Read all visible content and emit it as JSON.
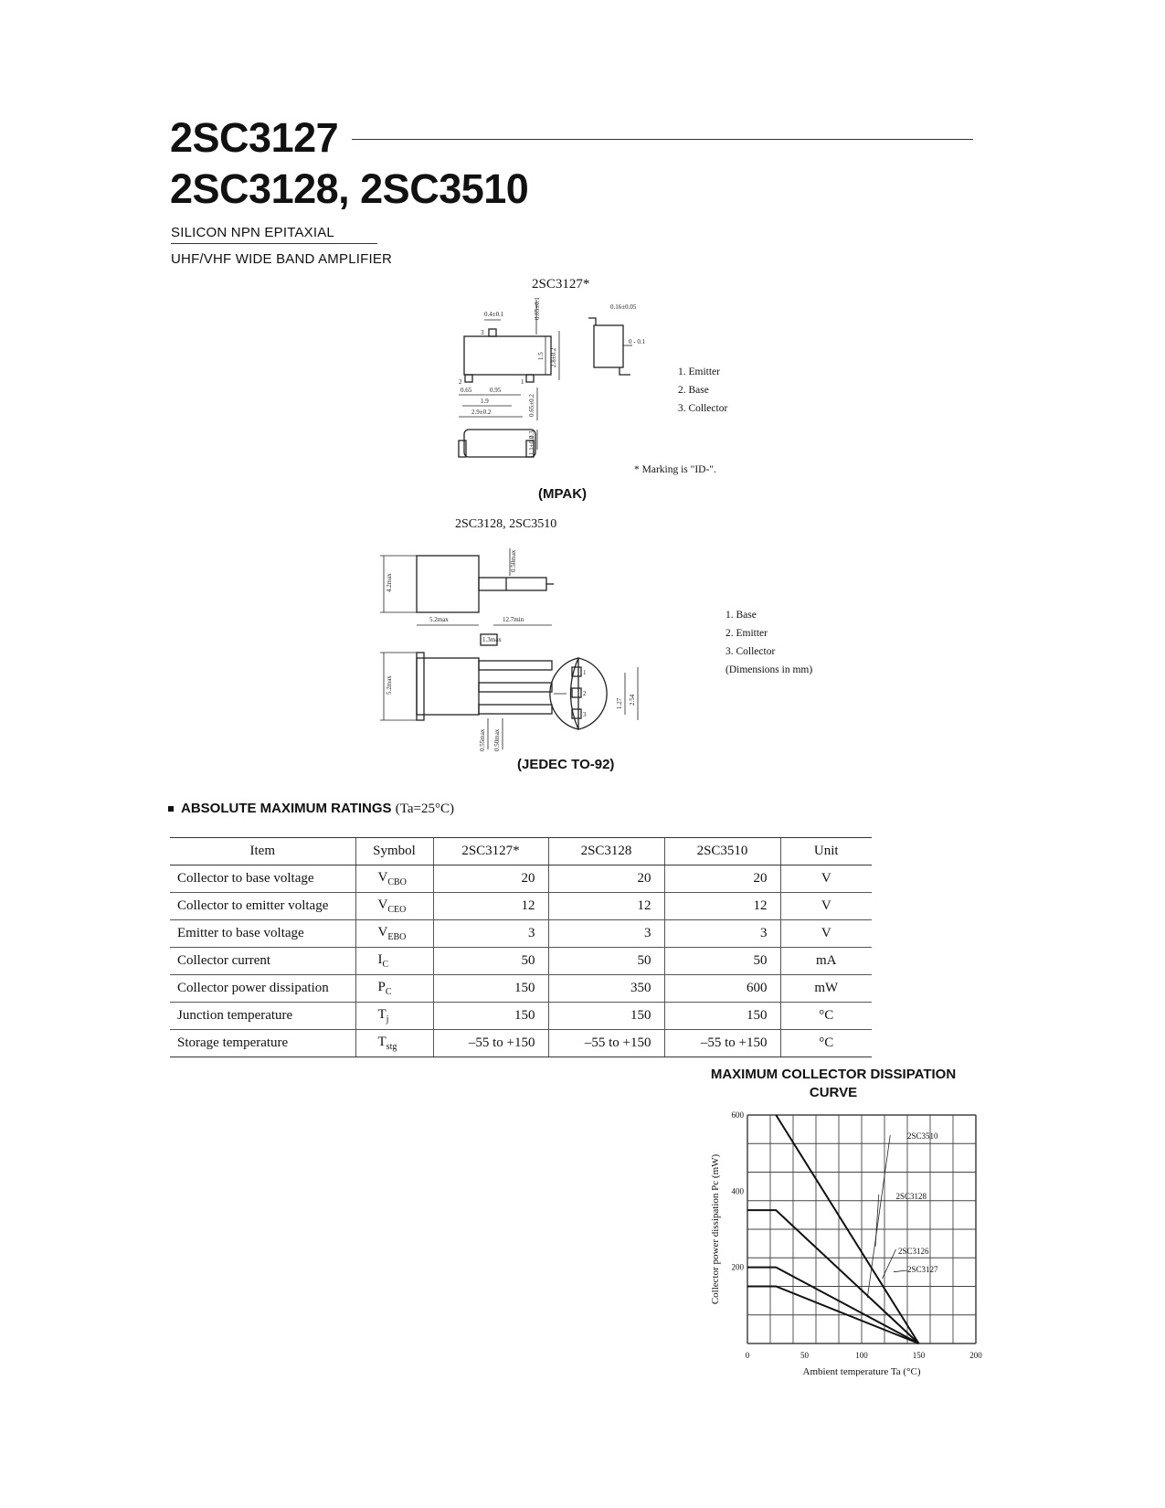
{
  "header": {
    "title_line1": "2SC3127",
    "title_line2": "2SC3128, 2SC3510",
    "subtitle1": "SILICON NPN EPITAXIAL",
    "subtitle2": "UHF/VHF WIDE BAND AMPLIFIER"
  },
  "mpak": {
    "part_label": "2SC3127*",
    "caption": "(MPAK)",
    "pins": [
      "1. Emitter",
      "2. Base",
      "3. Collector"
    ],
    "note": "* Marking is \"ID-\".",
    "dims": {
      "d1": "0.4±0.1",
      "d2": "0.65±0.1",
      "d3": "0.16±0.05",
      "d4": "0 - 0.1",
      "d5": "1.5",
      "d6": "2.8±0.2",
      "d7": "0.65",
      "d8": "0.95",
      "d9": "1.9",
      "d10": "2.9±0.2",
      "d11": "0.65±0.2",
      "d12": "0.3",
      "d13": "1.1±0.2"
    },
    "lead_marks": [
      "1",
      "2",
      "3"
    ]
  },
  "to92": {
    "part_label": "2SC3128, 2SC3510",
    "caption": "(JEDEC TO-92)",
    "pins": [
      "1. Base",
      "2. Emitter",
      "3. Collector",
      "(Dimensions in mm)"
    ],
    "dims": {
      "d1": "4.2max",
      "d2": "0.50max",
      "d3": "5.2max",
      "d4": "12.7min",
      "d5": "1.3max",
      "d6": "5.2max",
      "d7": "0.55max",
      "d8": "0.50max",
      "d9": "1.27",
      "d10": "2.54"
    },
    "lead_marks": [
      "1",
      "2",
      "3"
    ]
  },
  "ratings": {
    "heading": "ABSOLUTE MAXIMUM RATINGS",
    "condition": "(Ta=25°C)",
    "columns": [
      "Item",
      "Symbol",
      "2SC3127*",
      "2SC3128",
      "2SC3510",
      "Unit"
    ],
    "rows": [
      {
        "item": "Collector to base voltage",
        "sym": "V",
        "sub": "CBO",
        "v1": "20",
        "v2": "20",
        "v3": "20",
        "unit": "V"
      },
      {
        "item": "Collector to emitter voltage",
        "sym": "V",
        "sub": "CEO",
        "v1": "12",
        "v2": "12",
        "v3": "12",
        "unit": "V"
      },
      {
        "item": "Emitter to base voltage",
        "sym": "V",
        "sub": "EBO",
        "v1": "3",
        "v2": "3",
        "v3": "3",
        "unit": "V"
      },
      {
        "item": "Collector current",
        "sym": "I",
        "sub": "C",
        "v1": "50",
        "v2": "50",
        "v3": "50",
        "unit": "mA"
      },
      {
        "item": "Collector power dissipation",
        "sym": "P",
        "sub": "C",
        "v1": "150",
        "v2": "350",
        "v3": "600",
        "unit": "mW"
      },
      {
        "item": "Junction temperature",
        "sym": "T",
        "sub": "j",
        "v1": "150",
        "v2": "150",
        "v3": "150",
        "unit": "°C"
      },
      {
        "item": "Storage temperature",
        "sym": "T",
        "sub": "stg",
        "v1": "–55 to +150",
        "v2": "–55 to +150",
        "v3": "–55 to +150",
        "unit": "°C"
      }
    ]
  },
  "chart_data": {
    "type": "line",
    "title": "MAXIMUM COLLECTOR DISSIPATION CURVE",
    "xlabel": "Ambient temperature Ta (°C)",
    "ylabel": "Collector power dissipation Pc (mW)",
    "xlim": [
      0,
      200
    ],
    "ylim": [
      0,
      600
    ],
    "xticks": [
      0,
      50,
      100,
      150,
      200
    ],
    "yticks": [
      200,
      400,
      600
    ],
    "grid": true,
    "series": [
      {
        "name": "2SC3510",
        "x": [
          25,
          150
        ],
        "y": [
          600,
          0
        ]
      },
      {
        "name": "2SC3128",
        "x": [
          0,
          25,
          150
        ],
        "y": [
          350,
          350,
          0
        ]
      },
      {
        "name": "2SC3126",
        "x": [
          0,
          25,
          150
        ],
        "y": [
          200,
          200,
          0
        ]
      },
      {
        "name": "2SC3127",
        "x": [
          0,
          25,
          150
        ],
        "y": [
          150,
          150,
          0
        ]
      }
    ]
  }
}
